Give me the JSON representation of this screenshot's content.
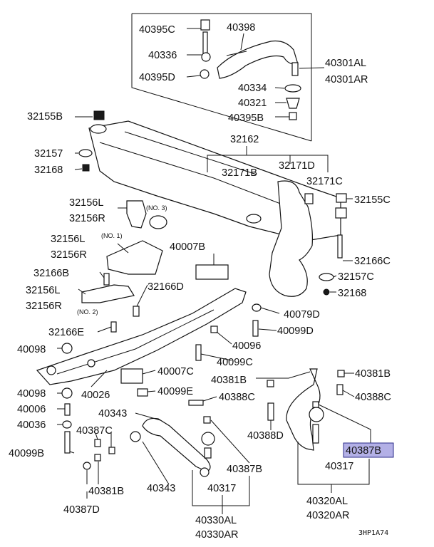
{
  "labels": {
    "l40395C": "40395C",
    "l40398": "40398",
    "l40336": "40336",
    "l40395D": "40395D",
    "l40334": "40334",
    "l40321": "40321",
    "l40395B": "40395B",
    "l40301AL": "40301AL",
    "l40301AR": "40301AR",
    "l32155B": "32155B",
    "l32162": "32162",
    "l32157": "32157",
    "l32168a": "32168",
    "l32171D": "32171D",
    "l32171B": "32171B",
    "l32171C": "32171C",
    "l32155C": "32155C",
    "l32156L_a": "32156L",
    "l32156R_a": "32156R",
    "no3": "(NO. 3)",
    "l32156L_b": "32156L",
    "l32156R_b": "32156R",
    "no1": "(NO. 1)",
    "l40007B": "40007B",
    "l32166C": "32166C",
    "l32157C": "32157C",
    "l32166B": "32166B",
    "l32168b": "32168",
    "l32156L_c": "32156L",
    "l32156R_c": "32156R",
    "no2": "(NO. 2)",
    "l32166D": "32166D",
    "l40079D": "40079D",
    "l32166E": "32166E",
    "l40099D": "40099D",
    "l40098a": "40098",
    "l40096": "40096",
    "l40099C": "40099C",
    "l40007C": "40007C",
    "l40381Ba": "40381B",
    "l40381Bb": "40381B",
    "l40098b": "40098",
    "l40026": "40026",
    "l40099E": "40099E",
    "l40388Ca": "40388C",
    "l40388Cb": "40388C",
    "l40006": "40006",
    "l40343a": "40343",
    "l40036": "40036",
    "l40387Ca": "40387C",
    "l40388D": "40388D",
    "l40387B_hl": "40387B",
    "l40099B": "40099B",
    "l40317a": "40317",
    "l40387Bb": "40387B",
    "l40381Bc": "40381B",
    "l40343b": "40343",
    "l40317b": "40317",
    "l40387D": "40387D",
    "l40320AL": "40320AL",
    "l40320AR": "40320AR",
    "l40330AL": "40330AL",
    "l40330AR": "40330AR",
    "code": "3HP1A74"
  },
  "colors": {
    "highlight_fill": "#b3b0e6",
    "highlight_stroke": "#2b2b8a",
    "ink": "#111111"
  }
}
